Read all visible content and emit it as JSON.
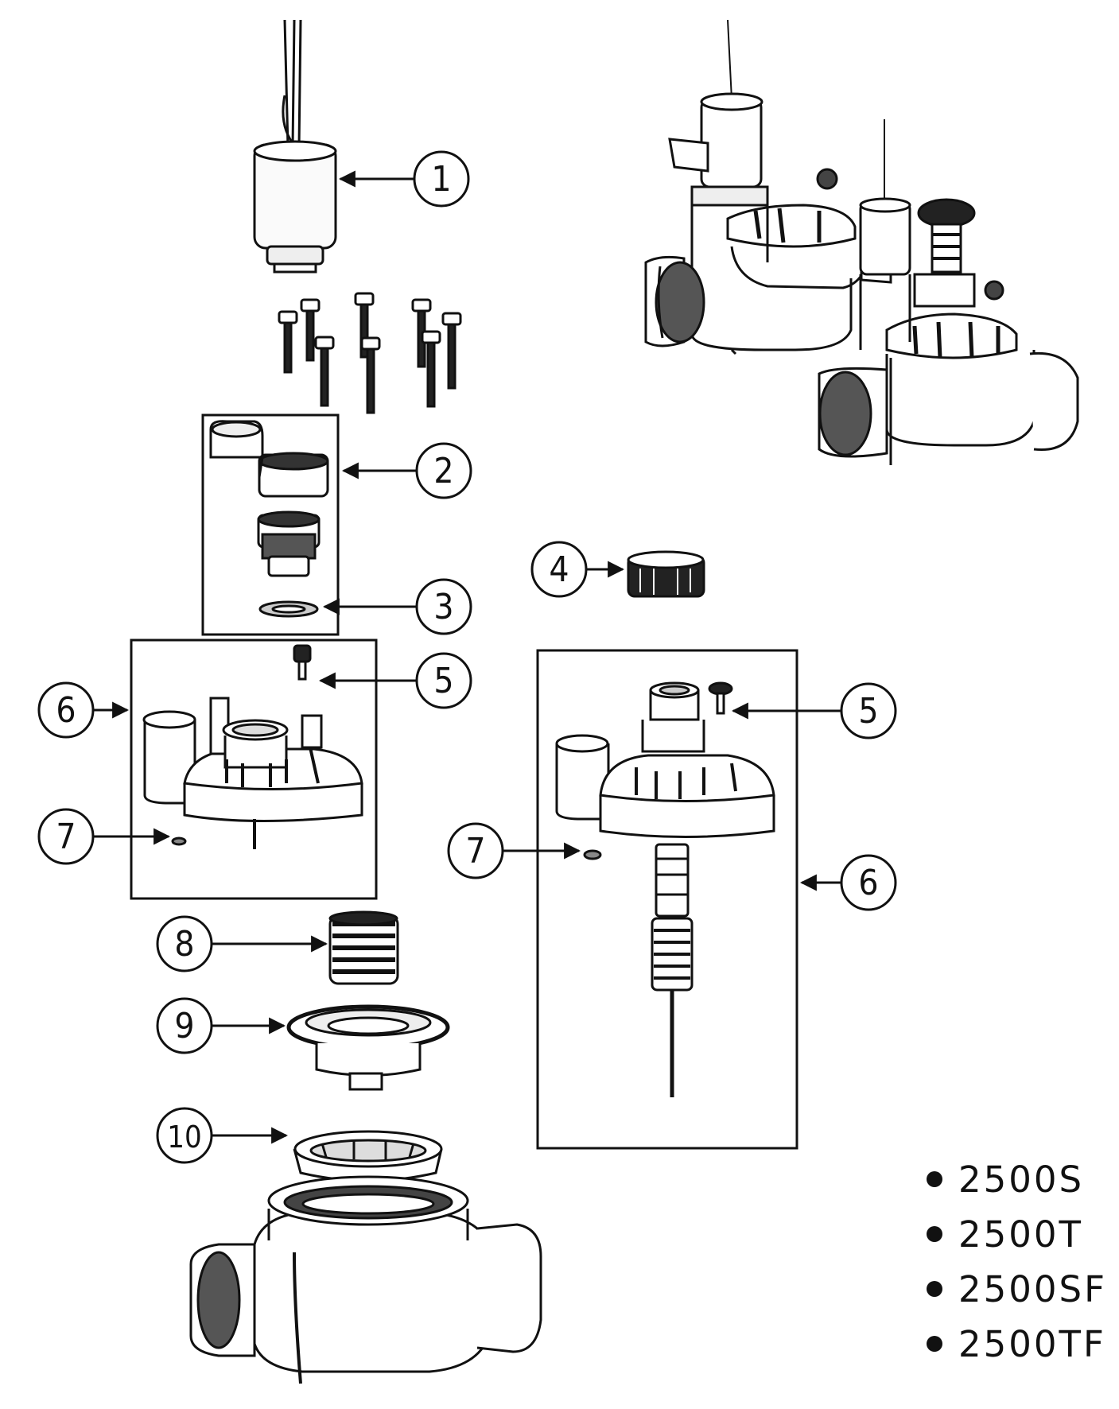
{
  "callouts": {
    "c1": "1",
    "c2": "2",
    "c3": "3",
    "c4": "4",
    "c5a": "5",
    "c5b": "5",
    "c6a": "6",
    "c6b": "6",
    "c7a": "7",
    "c7b": "7",
    "c8": "8",
    "c9": "9",
    "c10": "10"
  },
  "models": [
    "2500S",
    "2500T",
    "2500SF",
    "2500TF"
  ]
}
